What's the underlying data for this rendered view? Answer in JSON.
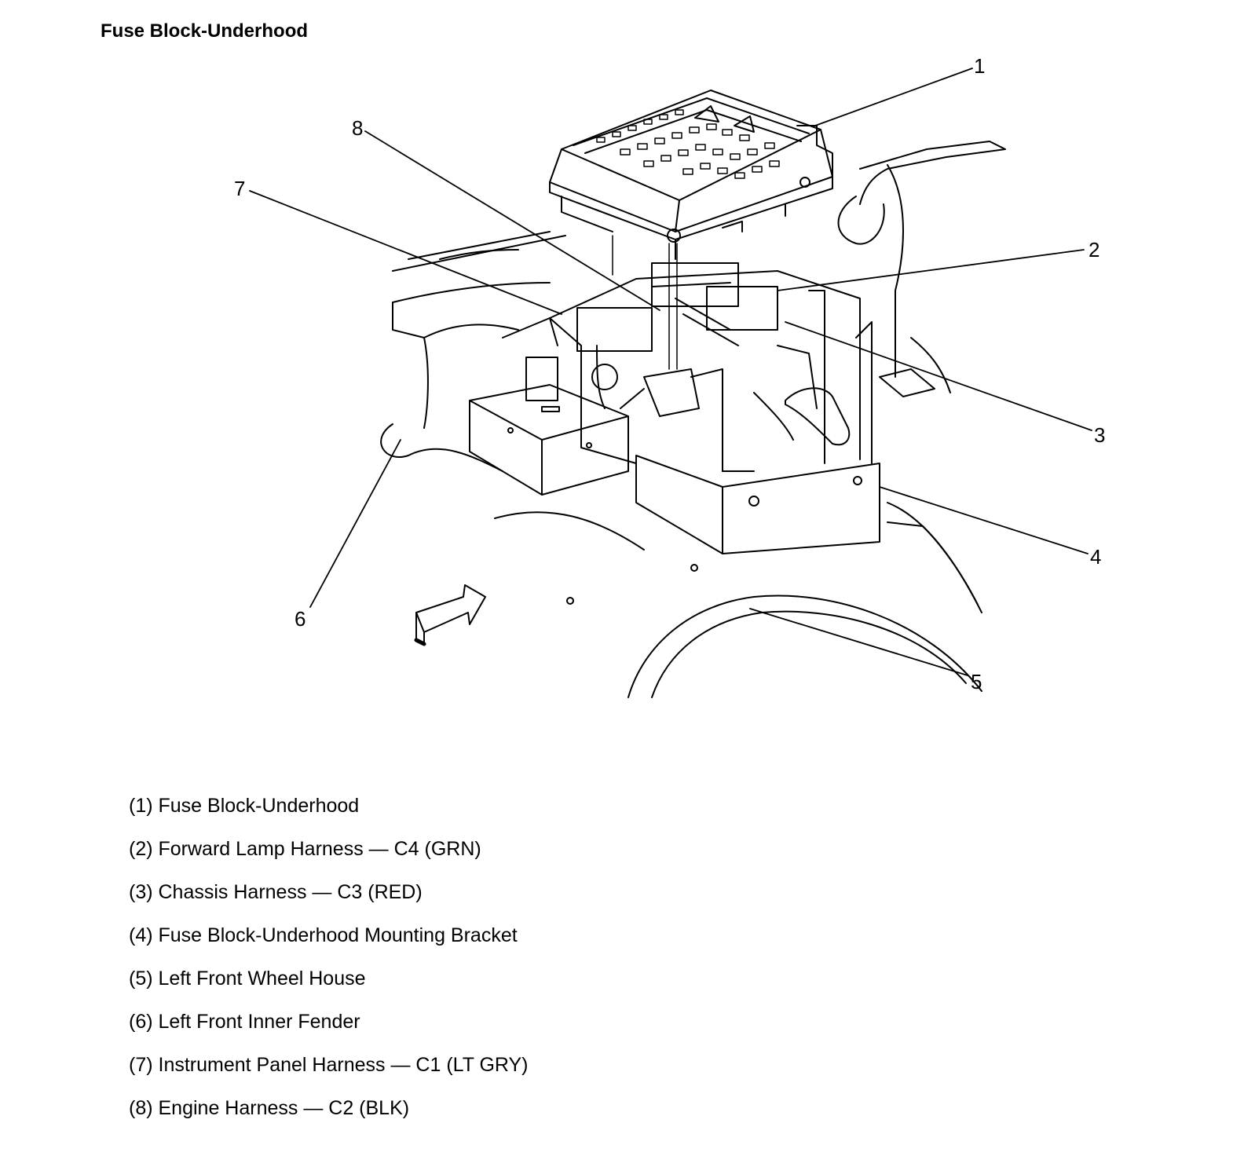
{
  "title": "Fuse Block-Underhood",
  "callouts": [
    "1",
    "2",
    "3",
    "4",
    "5",
    "6",
    "7",
    "8"
  ],
  "legend": [
    "(1) Fuse Block-Underhood",
    "(2) Forward Lamp Harness — C4 (GRN)",
    "(3) Chassis Harness — C3 (RED)",
    "(4) Fuse Block-Underhood Mounting Bracket",
    "(5) Left Front Wheel House",
    "(6) Left Front Inner Fender",
    "(7) Instrument Panel Harness — C1 (LT GRY)",
    "(8) Engine Harness — C2 (BLK)"
  ]
}
